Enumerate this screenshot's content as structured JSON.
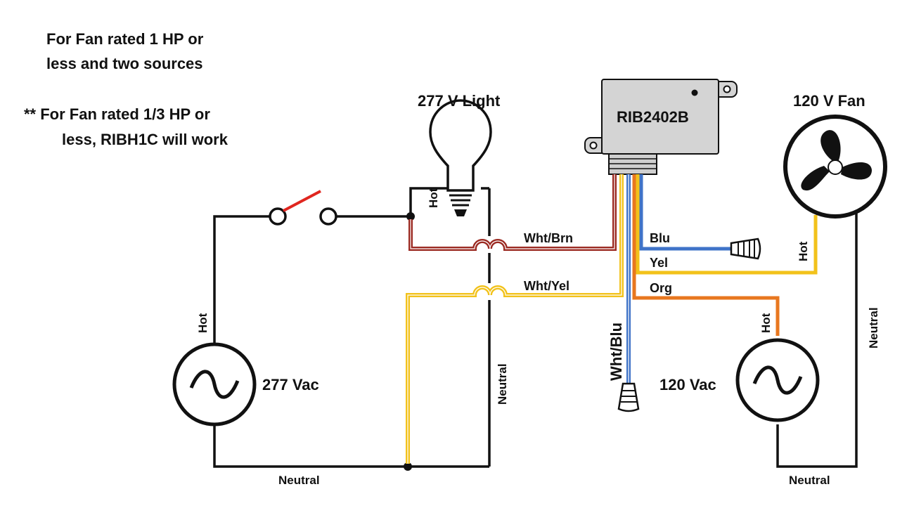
{
  "notes": {
    "line1a": "For Fan rated 1 HP or",
    "line1b": "less and two sources",
    "line2a": "** For Fan rated 1/3 HP or",
    "line2b": "less, RIBH1C will work"
  },
  "components": {
    "light_title": "277 V Light",
    "light_hot": "Hot",
    "relay_model": "RIB2402B",
    "fan_title": "120 V Fan",
    "fan_hot": "Hot",
    "fan_neutral": "Neutral",
    "source_277": "277 Vac",
    "source_277_hot": "Hot",
    "source_120": "120 Vac",
    "source_120_hot": "Hot",
    "light_neutral": "Neutral",
    "bottom_neutral_left": "Neutral",
    "bottom_neutral_right": "Neutral"
  },
  "wires": {
    "wht_brn": "Wht/Brn",
    "wht_yel": "Wht/Yel",
    "wht_blu": "Wht/Blu",
    "blu": "Blu",
    "yel": "Yel",
    "org": "Org"
  },
  "colors": {
    "wire_black": "#111111",
    "wire_brown": "#9b2a22",
    "wire_yellow": "#f2c21b",
    "wire_blue": "#3f73c8",
    "wire_orange": "#e8771f",
    "switch_red": "#e0261f",
    "relay_body": "#d4d4d4"
  }
}
